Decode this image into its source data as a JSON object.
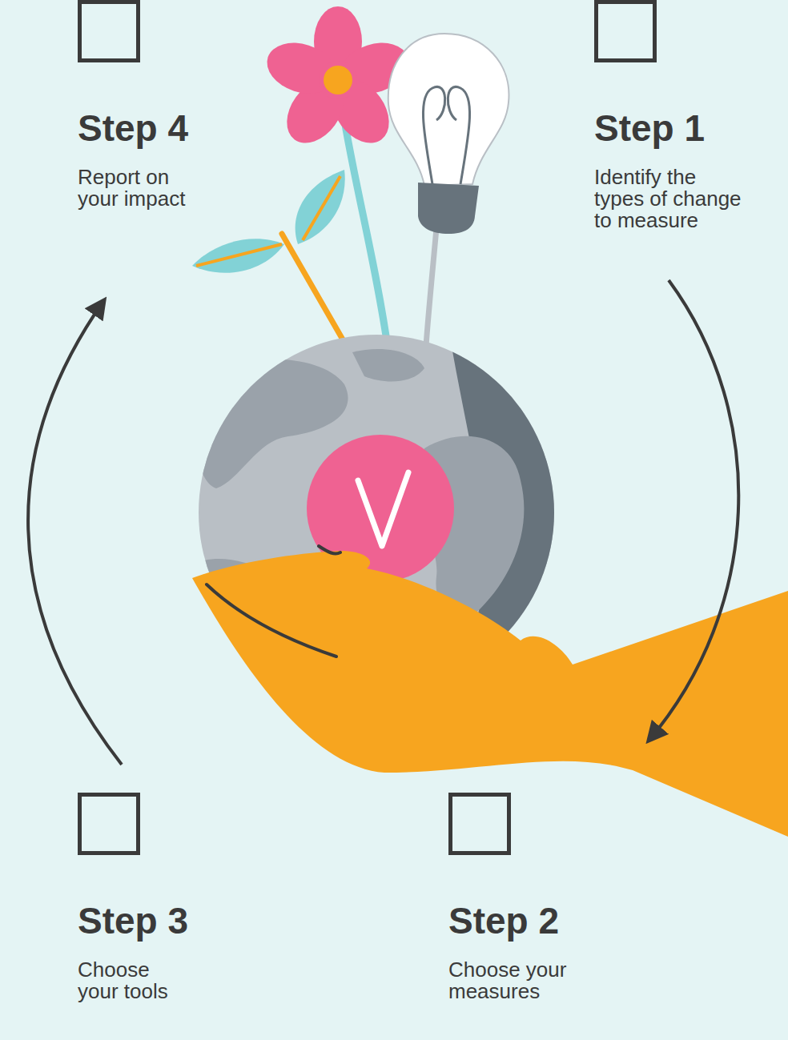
{
  "diagram": {
    "nodes": [
      {
        "text": [
          "Step 4",
          "Report on your impact"
        ]
      },
      {
        "text": [
          "Step 1",
          "Identify the types of change to measure"
        ]
      },
      {
        "text": [
          "Step 3",
          "Choose your tools"
        ]
      },
      {
        "text": [
          "Step 2",
          "Choose your measures"
        ]
      }
    ],
    "edges": [
      {
        "from": 1,
        "to": 3,
        "arrow": "to"
      },
      {
        "from": 2,
        "to": 0,
        "arrow": "to"
      }
    ]
  }
}
